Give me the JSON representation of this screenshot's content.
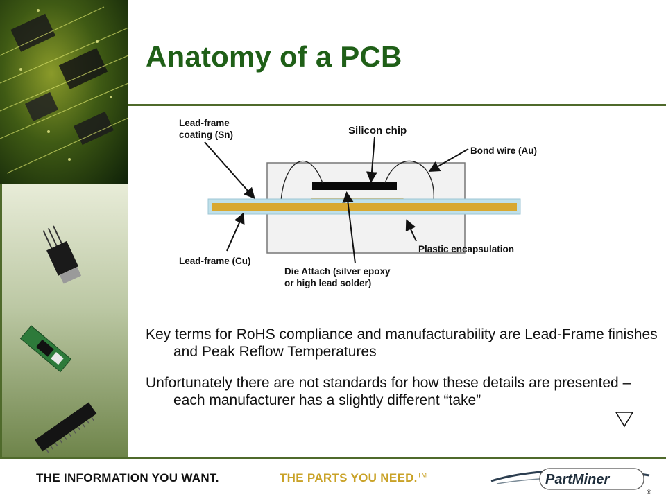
{
  "slide": {
    "title": "Anatomy of a PCB",
    "bullets": [
      "Key terms for RoHS compliance and manufacturability are Lead-Frame finishes and Peak Reflow Temperatures",
      "Unfortunately there are not standards for how these details are presented – each manufacturer has a slightly different “take”"
    ]
  },
  "diagram": {
    "labels": {
      "lead_frame_coating_1": "Lead-frame",
      "lead_frame_coating_2": "coating (Sn)",
      "silicon_chip": "Silicon chip",
      "bond_wire": "Bond wire (Au)",
      "plastic_encapsulation": "Plastic encapsulation",
      "lead_frame": "Lead-frame (Cu)",
      "die_attach_1": "Die Attach (silver epoxy",
      "die_attach_2": "or high lead solder)"
    }
  },
  "footer": {
    "tagline_left": "THE INFORMATION YOU WANT.",
    "tagline_right": "THE PARTS YOU NEED.",
    "trademark": "TM",
    "logo_text": "PartMiner",
    "registered": "®"
  },
  "colors": {
    "title_green": "#1f5f17",
    "rule_green": "#4f6a2b",
    "footer_gold": "#c9a227",
    "lead_frame_gold": "#d8a830",
    "lead_frame_outline": "#b6dbe8"
  }
}
